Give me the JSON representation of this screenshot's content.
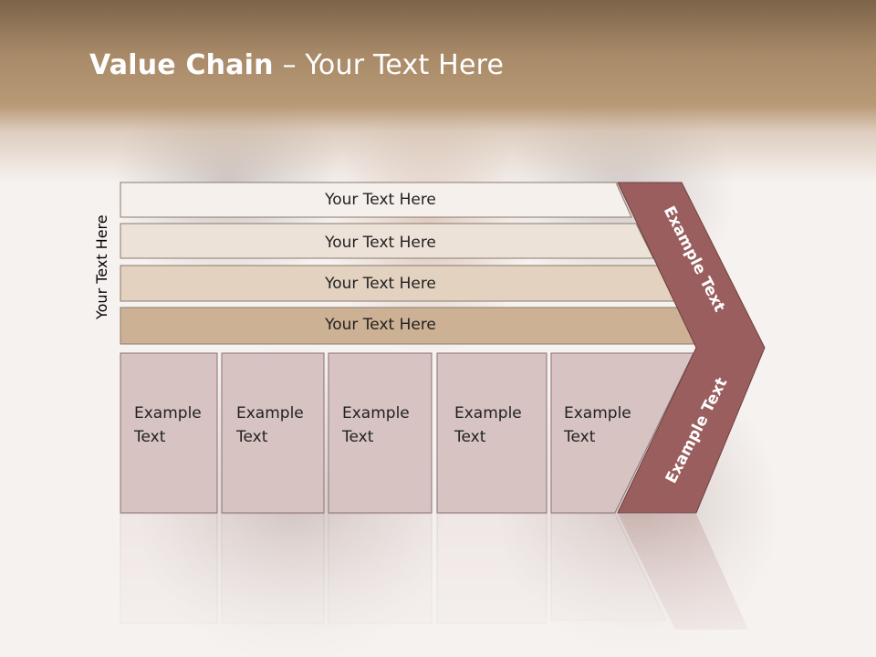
{
  "title": {
    "bold": "Value Chain",
    "rest": " – Your Text Here"
  },
  "side_label": "Your Text Here",
  "rows": [
    {
      "label": "Your Text Here",
      "fill": "#f5f0ec"
    },
    {
      "label": "Your Text Here",
      "fill": "#ede2d8"
    },
    {
      "label": "Your Text Here",
      "fill": "#e2d2bf"
    },
    {
      "label": "Your Text Here",
      "fill": "#cdb195"
    }
  ],
  "columns": [
    {
      "line1": "Example",
      "line2": "Text"
    },
    {
      "line1": "Example",
      "line2": "Text"
    },
    {
      "line1": "Example",
      "line2": "Text"
    },
    {
      "line1": "Example",
      "line2": "Text"
    },
    {
      "line1": "Example",
      "line2": "Text"
    }
  ],
  "chevron": {
    "upper": "Example Text",
    "lower": "Example Text",
    "fill": "#9a5e5e"
  },
  "colors": {
    "column_fill": "#d8c3c3",
    "column_stroke": "#8a7070",
    "row_stroke": "#8a7a6a"
  }
}
